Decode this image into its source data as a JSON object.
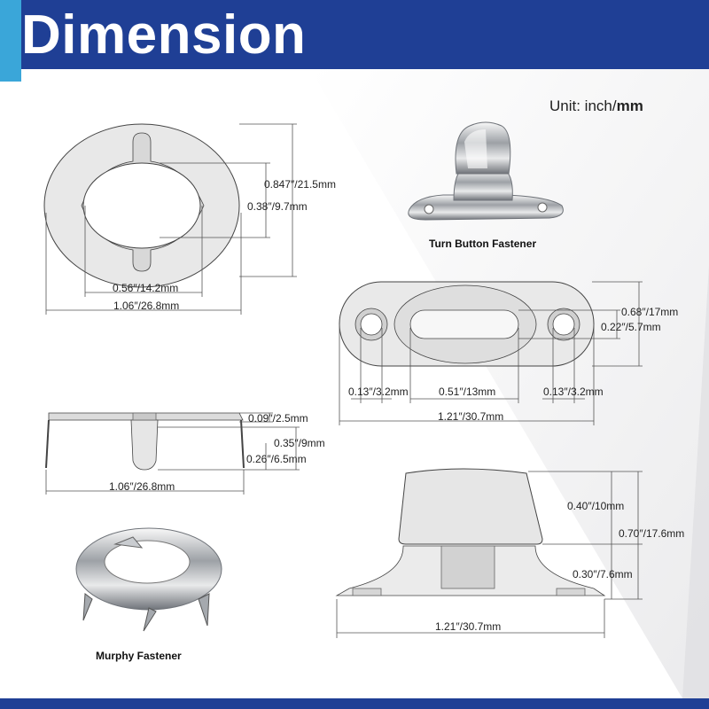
{
  "header": {
    "title": "Dimension"
  },
  "unit": {
    "prefix": "Unit: inch/",
    "bold": "mm"
  },
  "captions": {
    "turn_button": "Turn Button Fastener",
    "murphy": "Murphy Fastener"
  },
  "dimensions": {
    "oval_height": "0.847″/21.5mm",
    "oval_hole_height": "0.38″/9.7mm",
    "oval_hole_width": "0.56″/14.2mm",
    "oval_width": "1.06″/26.8mm",
    "side_thickness": "0.09″/2.5mm",
    "side_prong_total": "0.35″/9mm",
    "side_prong": "0.26″/6.5mm",
    "side_width": "1.06″/26.8mm",
    "plate_height": "0.68″/17mm",
    "plate_slot_height": "0.22″/5.7mm",
    "plate_hole_left": "0.13″/3.2mm",
    "plate_slot_width": "0.51″/13mm",
    "plate_hole_right": "0.13″/3.2mm",
    "plate_width": "1.21″/30.7mm",
    "stud_cap": "0.40″/10mm",
    "stud_total": "0.70″/17.6mm",
    "stud_base": "0.30″/7.6mm",
    "stud_width": "1.21″/30.7mm"
  },
  "colors": {
    "header": "#1f3f95",
    "accent": "#3aa6d9",
    "metal": "#b8bcc2",
    "line": "#555555"
  }
}
